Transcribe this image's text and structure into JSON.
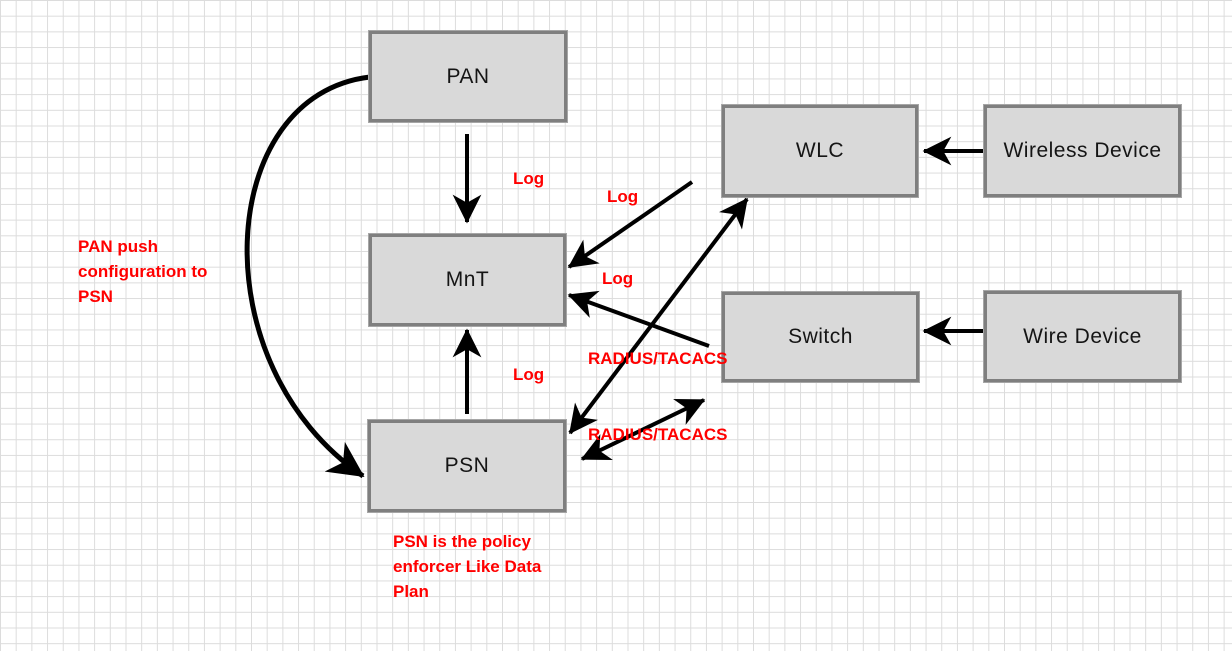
{
  "canvas": {
    "background_color": "#ffffff",
    "grid_line_color": "#dcdcdc",
    "node_fill_color": "#d9d9d9",
    "node_border_color": "#7f7f7f",
    "annotation_color": "#ff0000",
    "arrow_color": "#000000"
  },
  "nodes": {
    "pan": {
      "label": "PAN"
    },
    "mnt": {
      "label": "MnT"
    },
    "psn": {
      "label": "PSN"
    },
    "wlc": {
      "label": "WLC"
    },
    "switch": {
      "label": "Switch"
    },
    "wireless": {
      "label": "Wireless Device"
    },
    "wire": {
      "label": "Wire Device"
    }
  },
  "annotations": {
    "log_pan_mnt": {
      "text": "Log"
    },
    "log_wlc_mnt": {
      "text": "Log"
    },
    "log_switch_mnt": {
      "text": "Log"
    },
    "log_psn_mnt": {
      "text": "Log"
    },
    "radius_psn_wlc": {
      "text": "RADIUS/TACACS"
    },
    "radius_psn_switch": {
      "text": "RADIUS/TACACS"
    },
    "note_pan_push": {
      "text": "PAN push configuration to PSN"
    },
    "note_psn_policy": {
      "text": "PSN is the policy enforcer Like Data Plan"
    }
  },
  "edges": [
    {
      "from": "PAN",
      "to": "MnT",
      "label": "Log",
      "direction": "one-way"
    },
    {
      "from": "PSN",
      "to": "MnT",
      "label": "Log",
      "direction": "one-way"
    },
    {
      "from": "WLC",
      "to": "MnT",
      "label": "Log",
      "direction": "one-way"
    },
    {
      "from": "Switch",
      "to": "MnT",
      "label": "Log",
      "direction": "one-way"
    },
    {
      "from": "Wireless Device",
      "to": "WLC",
      "label": "",
      "direction": "one-way"
    },
    {
      "from": "Wire Device",
      "to": "Switch",
      "label": "",
      "direction": "one-way"
    },
    {
      "from": "PSN",
      "to": "WLC",
      "label": "RADIUS/TACACS",
      "direction": "two-way"
    },
    {
      "from": "PSN",
      "to": "Switch",
      "label": "RADIUS/TACACS",
      "direction": "two-way"
    },
    {
      "from": "PAN",
      "to": "PSN",
      "label": "PAN push configuration to PSN",
      "direction": "one-way",
      "style": "curved"
    }
  ]
}
